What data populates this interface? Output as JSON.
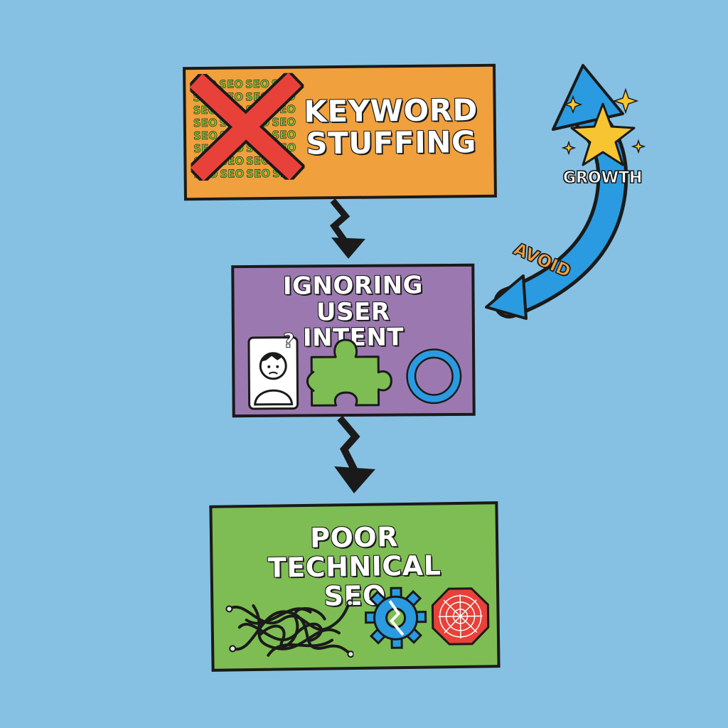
{
  "boxes": {
    "keyword_stuffing": {
      "title": "KEYWORD STUFFING",
      "watermark_word": "SEO",
      "color": "#f0a03c"
    },
    "user_intent": {
      "title": "IGNORING USER INTENT",
      "question_mark": "?",
      "color": "#9b79b0"
    },
    "technical_seo": {
      "title": "POOR TECHNICAL SEO",
      "color": "#7ebd53"
    }
  },
  "side_arrow": {
    "top_label": "GROWTH",
    "bottom_label": "AVOID",
    "color": "#2a9be0",
    "star_color": "#f7c531"
  },
  "icons": {
    "keyword_box": [
      "red-x-icon",
      "seo-text-pile-icon"
    ],
    "intent_box": [
      "confused-person-icon",
      "puzzle-piece-icon",
      "ring-icon"
    ],
    "tech_box": [
      "tangled-wires-icon",
      "broken-gear-icon",
      "stop-web-icon"
    ],
    "connectors": [
      "lightning-arrow-icon"
    ]
  }
}
